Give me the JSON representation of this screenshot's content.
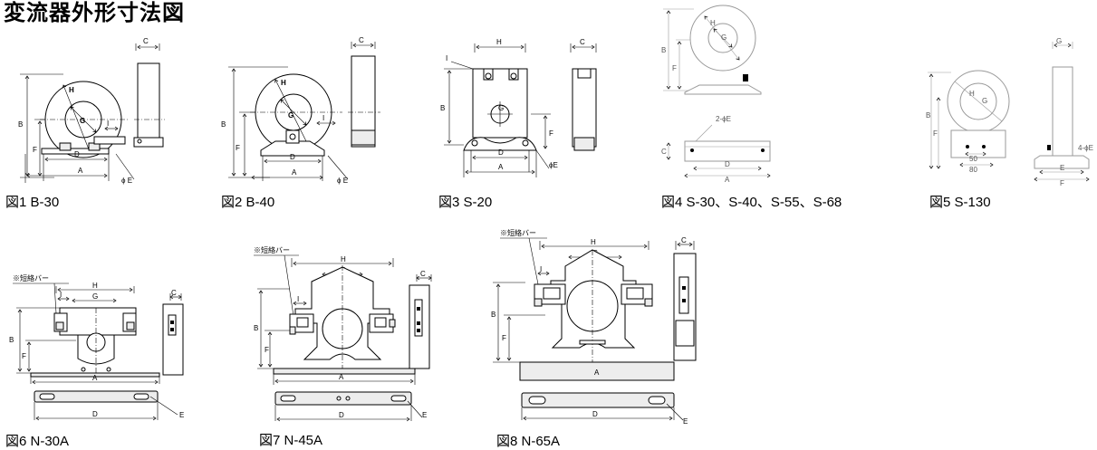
{
  "page_title": "変流器外形寸法図",
  "figures": [
    {
      "caption": "図1 B-30",
      "labels": {
        "A": "A",
        "B": "B",
        "C": "C",
        "D": "D",
        "E": "ϕ E",
        "F": "F",
        "G": "G",
        "H": "H",
        "I": "I"
      }
    },
    {
      "caption": "図2 B-40",
      "labels": {
        "A": "A",
        "B": "B",
        "C": "C",
        "D": "D",
        "E": "ϕ E",
        "F": "F",
        "G": "G",
        "H": "H",
        "I": "I"
      }
    },
    {
      "caption": "図3 S-20",
      "labels": {
        "A": "A",
        "B": "B",
        "C": "C",
        "D": "D",
        "E": "ϕE",
        "F": "F",
        "G": "G",
        "H": "H",
        "I": "I"
      }
    },
    {
      "caption": "図4 S-30、S-40、S-55、S-68",
      "labels": {
        "A": "A",
        "B": "B",
        "C": "C",
        "D": "D",
        "E": "2-ϕE",
        "F": "F",
        "G": "G",
        "H": "H"
      }
    },
    {
      "caption": "図5 S-130",
      "labels": {
        "B": "B",
        "E": "E",
        "F": "F",
        "G": "G",
        "H": "H",
        "hole": "4-ϕE",
        "w50": "50",
        "w80": "80"
      }
    },
    {
      "caption": "図6 N-30A",
      "labels": {
        "short": "※短絡バー",
        "A": "A",
        "B": "B",
        "C": "C",
        "D": "D",
        "E": "E",
        "F": "F",
        "G": "G",
        "H": "H",
        "I": "I"
      }
    },
    {
      "caption": "図7 N-45A",
      "labels": {
        "short": "※短絡バー",
        "A": "A",
        "B": "B",
        "C": "C",
        "D": "D",
        "E": "E",
        "F": "F",
        "G": "G",
        "H": "H",
        "I": "I"
      }
    },
    {
      "caption": "図8 N-65A",
      "labels": {
        "short": "※短絡バー",
        "A": "A",
        "B": "B",
        "C": "C",
        "D": "D",
        "E": "E",
        "F": "F",
        "G": "G",
        "H": "H",
        "I": "I"
      }
    }
  ]
}
